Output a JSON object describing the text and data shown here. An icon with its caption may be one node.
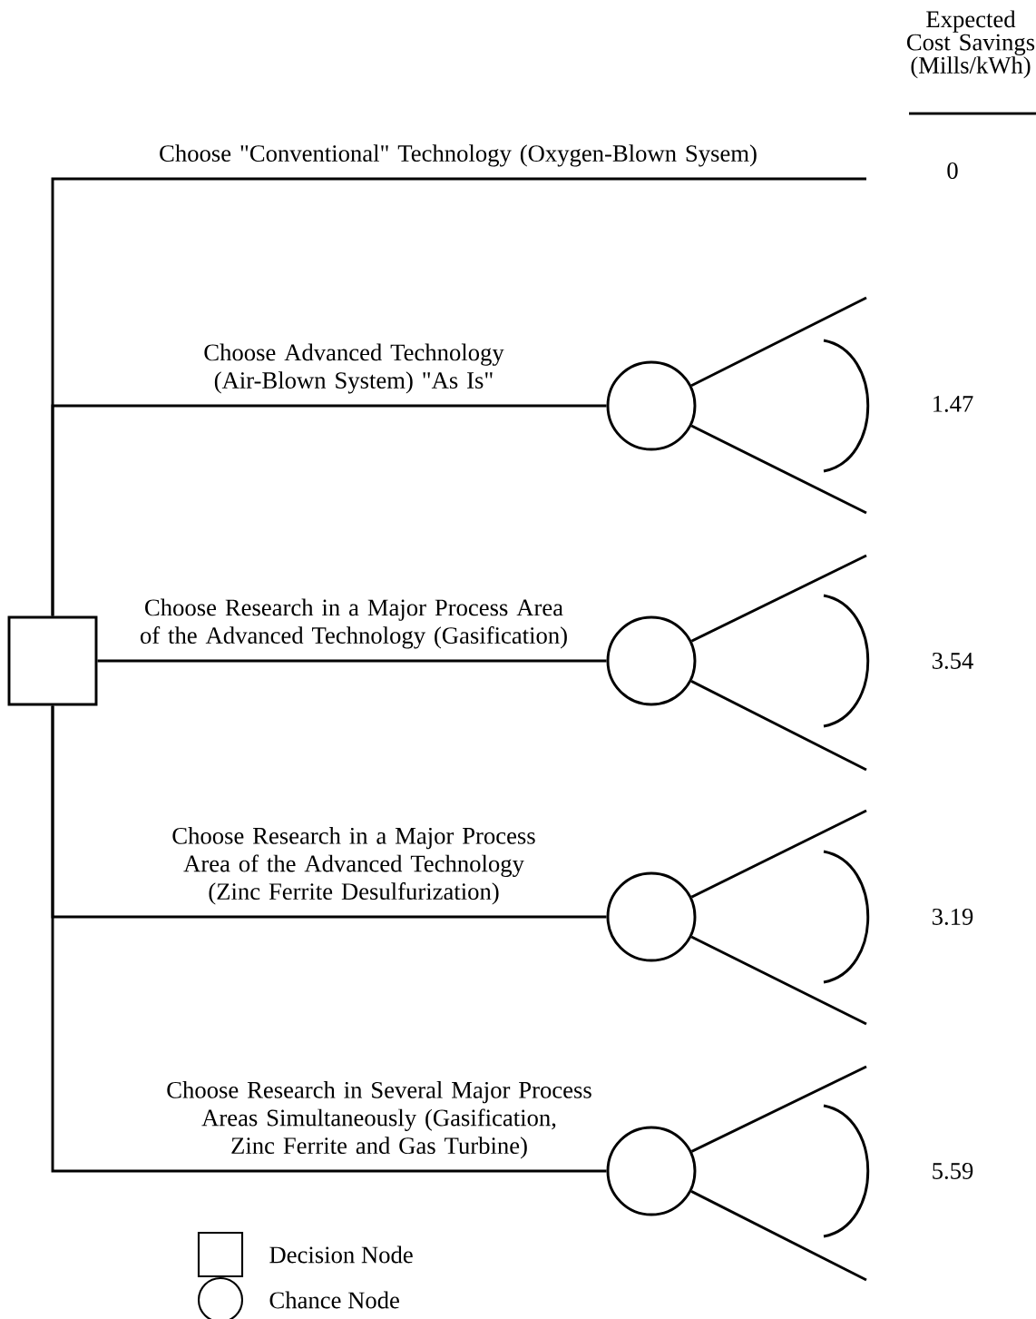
{
  "diagram": {
    "nodes": [
      {
        "text": [],
        "shape": "box"
      },
      {
        "text": [],
        "shape": "circle"
      },
      {
        "text": [],
        "shape": "circle"
      },
      {
        "text": [],
        "shape": "circle"
      },
      {
        "text": [],
        "shape": "circle"
      }
    ],
    "edges": [
      {
        "from": 0,
        "to": null,
        "arrow": "none",
        "label": "Choose \"Conventional\" Technology (Oxygen-Blown Sysem)"
      },
      {
        "from": 0,
        "to": 1,
        "arrow": "none",
        "label": "Choose Advanced Technology (Air-Blown System) \"As Is\""
      },
      {
        "from": 0,
        "to": 2,
        "arrow": "none",
        "label": "Choose Research in a Major Process Area of the Advanced Technology (Gasification)"
      },
      {
        "from": 0,
        "to": 3,
        "arrow": "none",
        "label": "Choose Research in a Major Process Area of the Advanced Technology (Zinc Ferrite Desulfurization)"
      },
      {
        "from": 0,
        "to": 4,
        "arrow": "none",
        "label": "Choose Research in Several Major Process Areas Simultaneously (Gasification, Zinc Ferrite and Gas Turbine)"
      },
      {
        "from": 1,
        "to": null,
        "arrow": "none"
      },
      {
        "from": 1,
        "to": null,
        "arrow": "none"
      },
      {
        "from": 2,
        "to": null,
        "arrow": "none"
      },
      {
        "from": 2,
        "to": null,
        "arrow": "none"
      },
      {
        "from": 3,
        "to": null,
        "arrow": "none"
      },
      {
        "from": 3,
        "to": null,
        "arrow": "none"
      },
      {
        "from": 4,
        "to": null,
        "arrow": "none"
      },
      {
        "from": 4,
        "to": null,
        "arrow": "none"
      }
    ],
    "labels": [
      "Expected Cost Savings (Mills/kWh)",
      "0",
      "1.47",
      "3.54",
      "3.19",
      "5.59"
    ],
    "legend": [
      {
        "text": "Decision Node"
      },
      {
        "text": "Chance Node"
      }
    ]
  }
}
